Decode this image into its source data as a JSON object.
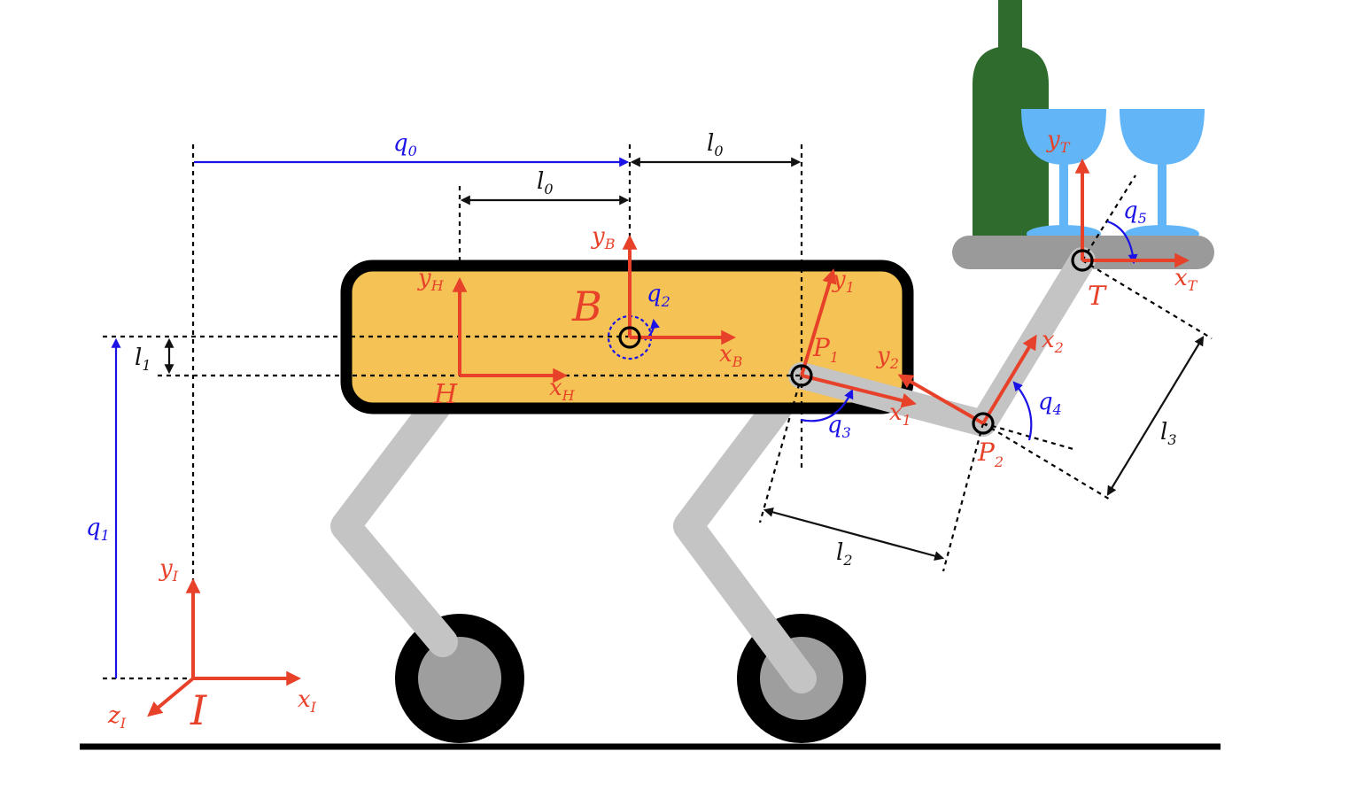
{
  "colors": {
    "frame_axes": "#e8412a",
    "joint_variables": "#1a12e6",
    "dimensions": "#111111",
    "body_fill": "#f5c255",
    "links": "#c4c4c4",
    "wheel_hub": "#9e9e9e",
    "tray": "#9a9a9a",
    "bottle": "#2e6b2c",
    "glasses": "#62b6f7"
  },
  "icons": {
    "bottle": "wine-bottle-icon",
    "glass": "wine-glass-icon",
    "wheel": "wheel-icon"
  },
  "frames": {
    "inertial": {
      "name": "I",
      "x": "x",
      "x_sub": "I",
      "y": "y",
      "y_sub": "I",
      "z": "z",
      "z_sub": "I"
    },
    "base": {
      "name": "B",
      "x": "x",
      "x_sub": "B",
      "y": "y",
      "y_sub": "B"
    },
    "hip": {
      "name": "H",
      "x": "x",
      "x_sub": "H",
      "y": "y",
      "y_sub": "H"
    },
    "joint1": {
      "point": "P",
      "point_sub": "1",
      "x": "x",
      "x_sub": "1",
      "y": "y",
      "y_sub": "1"
    },
    "joint2": {
      "point": "P",
      "point_sub": "2",
      "x": "x",
      "x_sub": "2",
      "y": "y",
      "y_sub": "2"
    },
    "tray": {
      "name": "T",
      "x": "x",
      "x_sub": "T",
      "y": "y",
      "y_sub": "T"
    }
  },
  "joint_variables": {
    "q0": {
      "base": "q",
      "sub": "0"
    },
    "q1": {
      "base": "q",
      "sub": "1"
    },
    "q2": {
      "base": "q",
      "sub": "2"
    },
    "q3": {
      "base": "q",
      "sub": "3"
    },
    "q4": {
      "base": "q",
      "sub": "4"
    },
    "q5": {
      "base": "q",
      "sub": "5"
    }
  },
  "dimensions": {
    "l0": {
      "base": "l",
      "sub": "0"
    },
    "l1": {
      "base": "l",
      "sub": "1"
    },
    "l2": {
      "base": "l",
      "sub": "2"
    },
    "l3": {
      "base": "l",
      "sub": "3"
    }
  }
}
